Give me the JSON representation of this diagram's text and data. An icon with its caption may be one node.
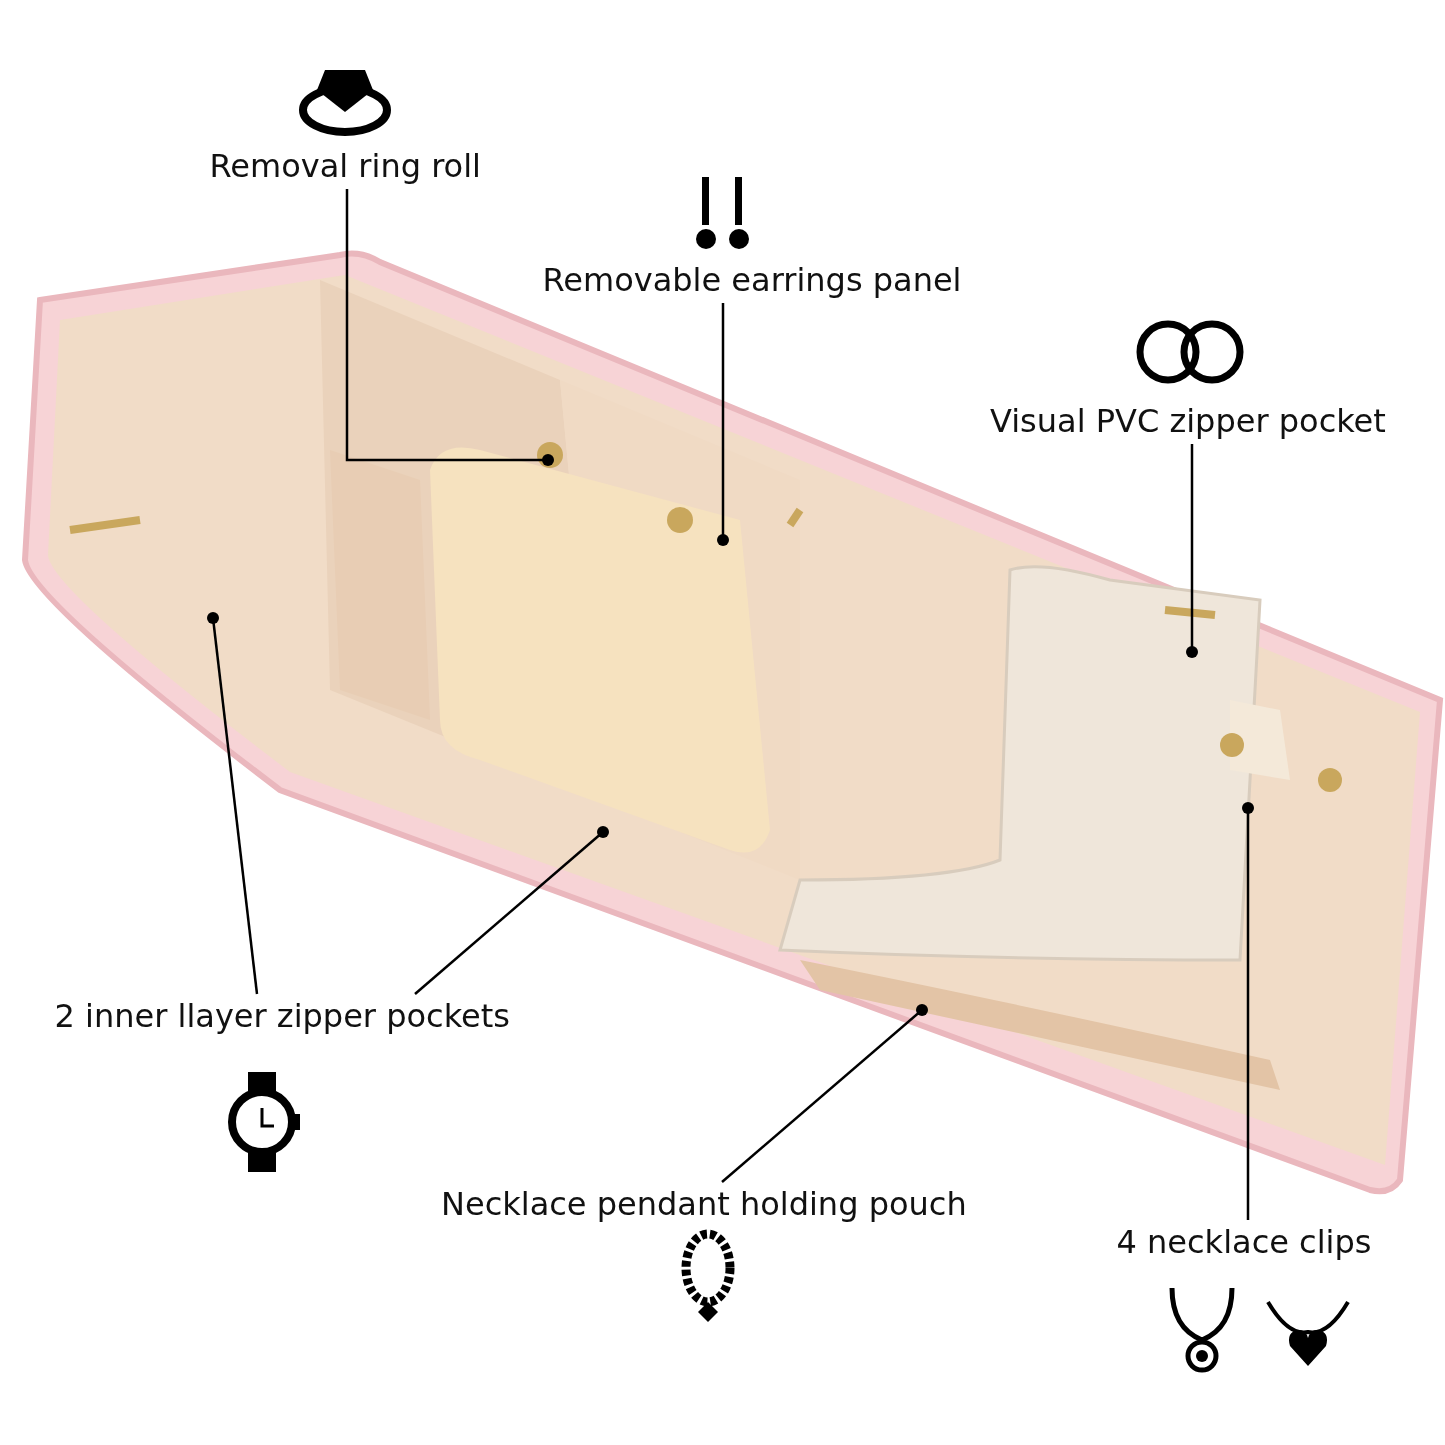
{
  "diagram": {
    "nodes": [
      {
        "text": [
          "Removal ring roll"
        ]
      },
      {
        "text": [
          "Removable earrings panel"
        ]
      },
      {
        "text": [
          "Visual PVC zipper pocket"
        ]
      },
      {
        "text": [
          "2 inner llayer zipper pockets"
        ]
      },
      {
        "text": [
          "Necklace pendant holding pouch"
        ]
      },
      {
        "text": [
          "4 necklace clips"
        ]
      }
    ],
    "edges": [
      {
        "from": 0,
        "to": null,
        "arrow": "other"
      },
      {
        "from": 1,
        "to": null,
        "arrow": "other"
      },
      {
        "from": 2,
        "to": null,
        "arrow": "other"
      },
      {
        "from": 3,
        "to": null,
        "arrow": "other"
      },
      {
        "from": 3,
        "to": null,
        "arrow": "other"
      },
      {
        "from": 4,
        "to": null,
        "arrow": "other"
      },
      {
        "from": 5,
        "to": null,
        "arrow": "other"
      }
    ]
  }
}
